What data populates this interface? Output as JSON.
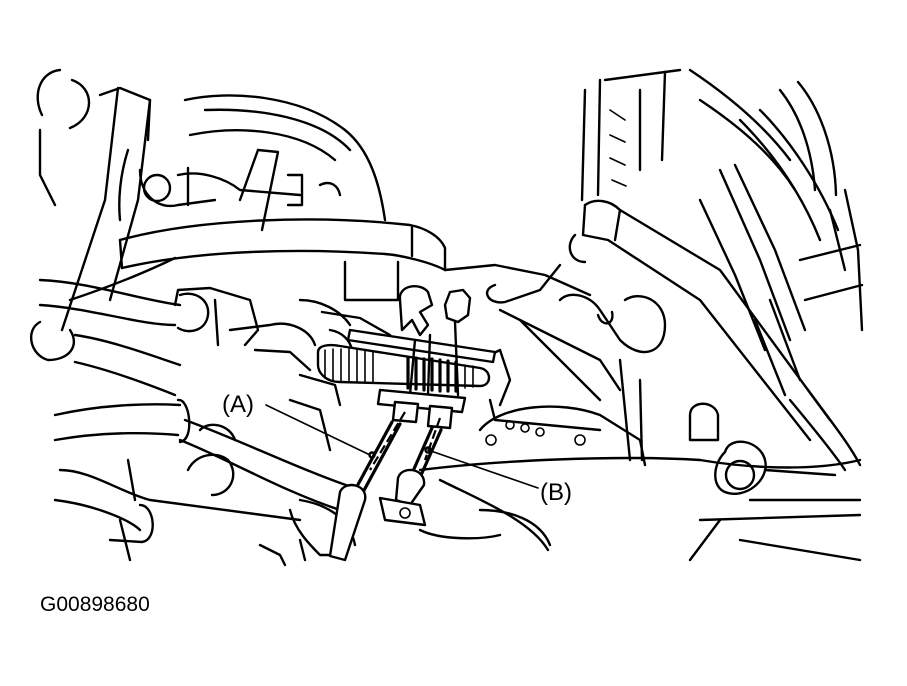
{
  "diagram": {
    "callouts": [
      {
        "id": "A",
        "label": "(A)"
      },
      {
        "id": "B",
        "label": "(B)"
      }
    ],
    "figure_code": "G00898680",
    "colors": {
      "line": "#000000",
      "background": "#ffffff"
    }
  }
}
